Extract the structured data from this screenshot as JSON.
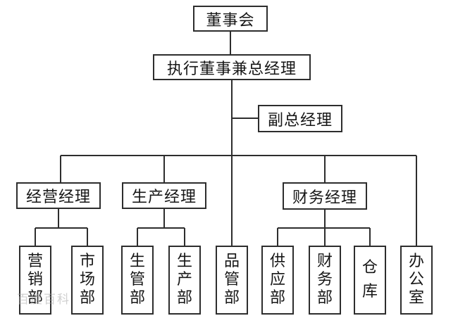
{
  "org_chart": {
    "board": {
      "label": "董事会"
    },
    "executive": {
      "label": "执行董事兼总经理"
    },
    "deputy": {
      "label": "副总经理"
    },
    "managers": [
      {
        "label": "经营经理",
        "departments": [
          {
            "label": "营销部"
          },
          {
            "label": "市场部"
          }
        ]
      },
      {
        "label": "生产经理",
        "departments": [
          {
            "label": "生管部"
          },
          {
            "label": "生产部"
          }
        ]
      },
      {
        "label": "财务经理",
        "departments": [
          {
            "label": "供应部"
          },
          {
            "label": "财务部"
          },
          {
            "label": "仓库"
          }
        ]
      }
    ],
    "direct_departments": [
      {
        "label": "品管部"
      },
      {
        "label": "办公室"
      }
    ]
  },
  "watermark": {
    "label": "百度百科"
  },
  "colors": {
    "line": "#2d2d2d",
    "text": "#161616",
    "background": "#ffffff",
    "watermark": "#aaaaaa"
  }
}
